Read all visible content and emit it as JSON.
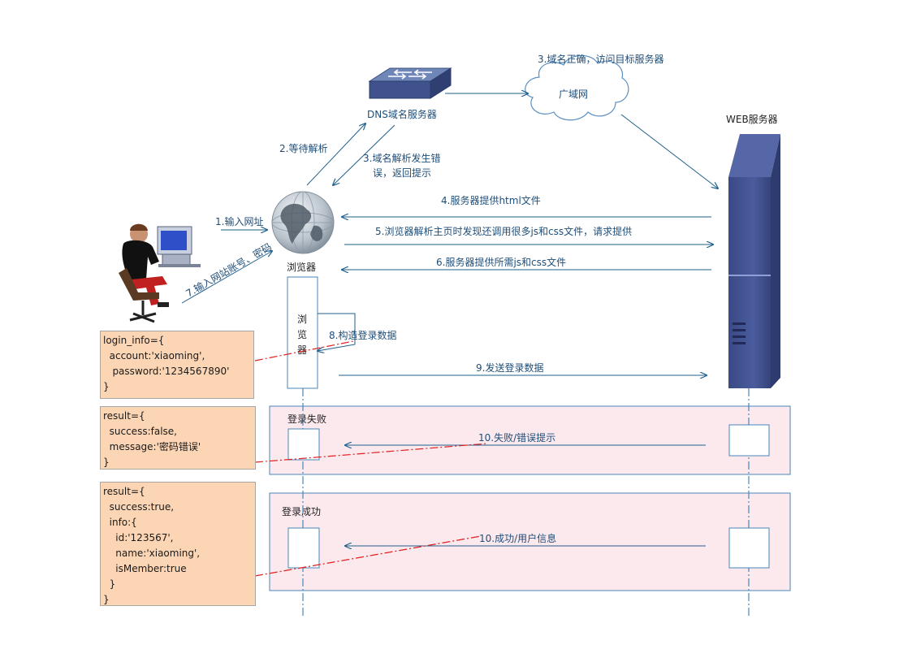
{
  "labels": {
    "dns_server": "DNS域名服务器",
    "wan": "广域网",
    "web_server": "WEB服务器",
    "browser": "浏览器",
    "browser_lifeline": [
      "浏",
      "览",
      "器"
    ],
    "step1": "1.输入网址",
    "step2": "2.等待解析",
    "step3_error_line1": "3.域名解析发生错",
    "step3_error_line2": "误，返回提示",
    "step3_ok": "3.域名正确，访问目标服务器",
    "step4": "4.服务器提供html文件",
    "step5": "5.浏览器解析主页时发现还调用很多js和css文件，请求提供",
    "step6": "6.服务器提供所需js和css文件",
    "step7": "7.输入网站账号、密码",
    "step8": "8.构造登录数据",
    "step9": "9.发送登录数据",
    "step10_fail": "10.失败/错误提示",
    "step10_success": "10.成功/用户信息",
    "fail_frame": "登录失败",
    "success_frame": "登录成功"
  },
  "code_boxes": {
    "login_info": "login_info={\n  account:'xiaoming',\n   password:'1234567890'\n}",
    "fail_result": "result={\n  success:false,\n  message:'密码错误'\n}",
    "success_result": "result={\n  success:true,\n  info:{\n    id:'123567',\n    name:'xiaoming',\n    isMember:true\n  }\n}"
  },
  "colors": {
    "arrow": "#1f5f8b",
    "frame_fill": "#fbe9ee",
    "frame_border": "#4a86b8",
    "note_fill": "#fcd5b4",
    "dash_red": "#e02020",
    "server_blue": "#3f4f8c"
  },
  "icons": [
    "person-at-computer-icon",
    "globe-icon",
    "network-switch-icon",
    "cloud-icon",
    "server-tower-icon"
  ]
}
